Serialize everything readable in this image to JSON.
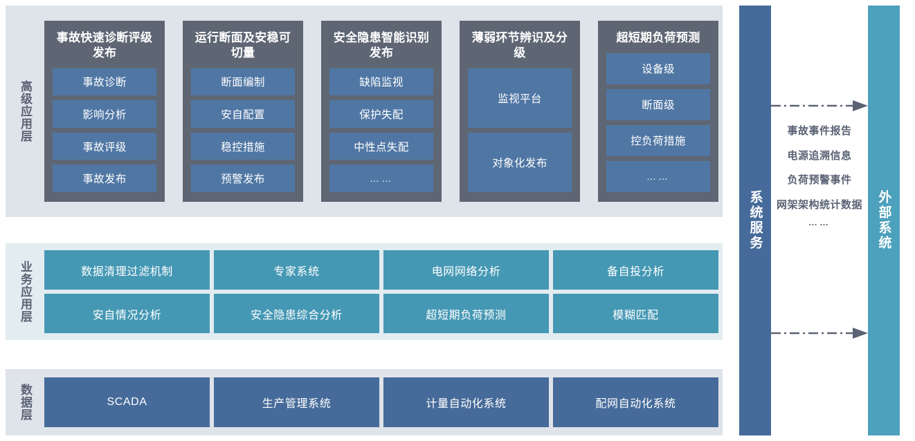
{
  "layers": [
    {
      "id": "advanced-application-layer",
      "label": "高级应用层",
      "cards": [
        {
          "title": "事故快速诊断评级发布",
          "items": [
            "事故诊断",
            "影响分析",
            "事故评级",
            "事故发布"
          ]
        },
        {
          "title": "运行断面及安稳可切量",
          "items": [
            "断面编制",
            "安自配置",
            "稳控措施",
            "预警发布"
          ]
        },
        {
          "title": "安全隐患智能识别发布",
          "items": [
            "缺陷监视",
            "保护失配",
            "中性点失配",
            "……"
          ]
        },
        {
          "title": "薄弱环节辨识及分级",
          "items": [
            "监视平台",
            "对象化发布"
          ]
        },
        {
          "title": "超短期负荷预测",
          "items": [
            "设备级",
            "断面级",
            "控负荷措施",
            "……"
          ]
        }
      ]
    },
    {
      "id": "business-application-layer",
      "label": "业务应用层",
      "rows": [
        [
          "数据清理过滤机制",
          "专家系统",
          "电网网络分析",
          "备自投分析"
        ],
        [
          "安自情况分析",
          "安全隐患综合分析",
          "超短期负荷预测",
          "模糊匹配"
        ]
      ]
    },
    {
      "id": "data-layer",
      "label": "数据层",
      "items": [
        "SCADA",
        "生产管理系统",
        "计量自动化系统",
        "配网自动化系统"
      ]
    }
  ],
  "side": {
    "system_service": "系统服务",
    "external_system": "外部系统"
  },
  "flows": {
    "labels": [
      "事故事件报告",
      "电源追溯信息",
      "负荷预警事件",
      "网架架构统计数据"
    ],
    "dots": "……",
    "arrows": [
      {
        "name": "flow-arrow-top",
        "direction": "right"
      },
      {
        "name": "flow-arrow-bottom",
        "direction": "right"
      }
    ]
  },
  "colors": {
    "layer_bg_gray": "#dfe3ea",
    "layer_bg_cyan": "#e2ecf1",
    "adv_card_bg": "#5e6674",
    "adv_item_bg": "#5077a4",
    "biz_item_bg": "#4598b4",
    "data_item_bg": "#466b9a",
    "bar_system_bg": "#466b9a",
    "bar_external_bg": "#4da1bc",
    "label_text": "#5a6274",
    "arrow": "#5a6274"
  }
}
